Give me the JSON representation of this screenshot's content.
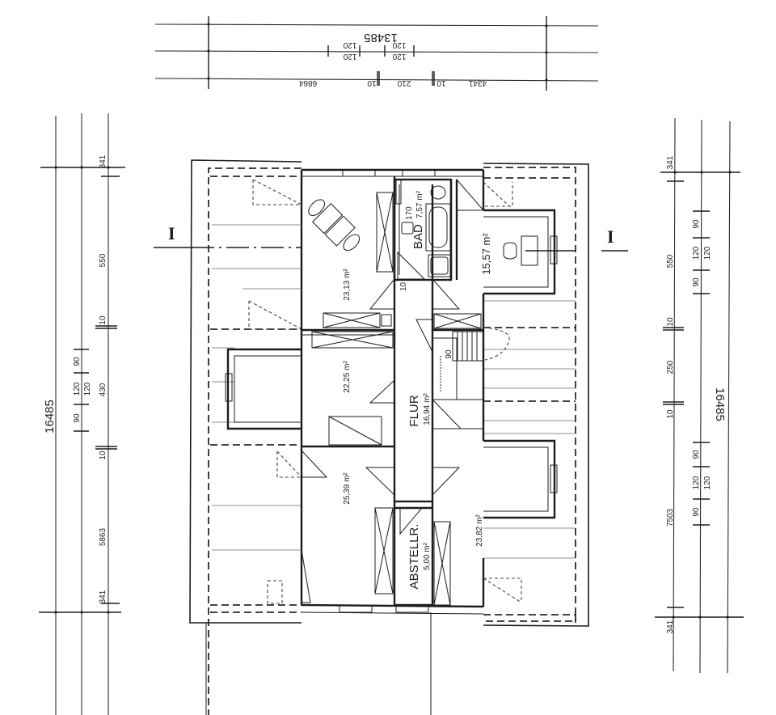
{
  "plan": {
    "type": "attic floor plan",
    "section_marker": "I",
    "overall_width": "13485",
    "overall_depth_left": "16485",
    "overall_depth_right": "16485"
  },
  "dimensions": {
    "top": {
      "overall": "13485",
      "upper_chain": [
        "120",
        "120"
      ],
      "lower_chain": [
        "120",
        "120"
      ],
      "base_chain": [
        "6864",
        "10",
        "210",
        "10",
        "4341"
      ]
    },
    "left": {
      "overall": "16485",
      "outer_chain": [
        "341",
        "550",
        "10",
        "430",
        "10",
        "5863",
        "341"
      ],
      "inner_chain": [
        "90",
        "120",
        "120",
        "90"
      ]
    },
    "right": {
      "overall": "16485",
      "outer_chain": [
        "341",
        "550",
        "10",
        "250",
        "10",
        "7503",
        "341"
      ],
      "inner_chain_upper": [
        "90",
        "120",
        "120",
        "90"
      ],
      "inner_chain_lower": [
        "90",
        "120",
        "120",
        "90"
      ]
    }
  },
  "rooms": [
    {
      "id": "room-nw",
      "name": "",
      "area": "23,13 m²"
    },
    {
      "id": "bad",
      "name": "BAD",
      "area": "7,57 m²",
      "note": "170"
    },
    {
      "id": "room-ne",
      "name": "",
      "area": "15,57 m²"
    },
    {
      "id": "room-w",
      "name": "",
      "area": "22,25 m²"
    },
    {
      "id": "flur",
      "name": "FLUR",
      "area": "16,94 m²"
    },
    {
      "id": "room-sw",
      "name": "",
      "area": "25,39 m²"
    },
    {
      "id": "abstellr",
      "name": "ABSTELLR.",
      "area": "5,00 m²"
    },
    {
      "id": "room-se",
      "name": "",
      "area": "23,82 m²"
    }
  ],
  "labels": {
    "bad_door": "10",
    "stair_note": "90"
  }
}
